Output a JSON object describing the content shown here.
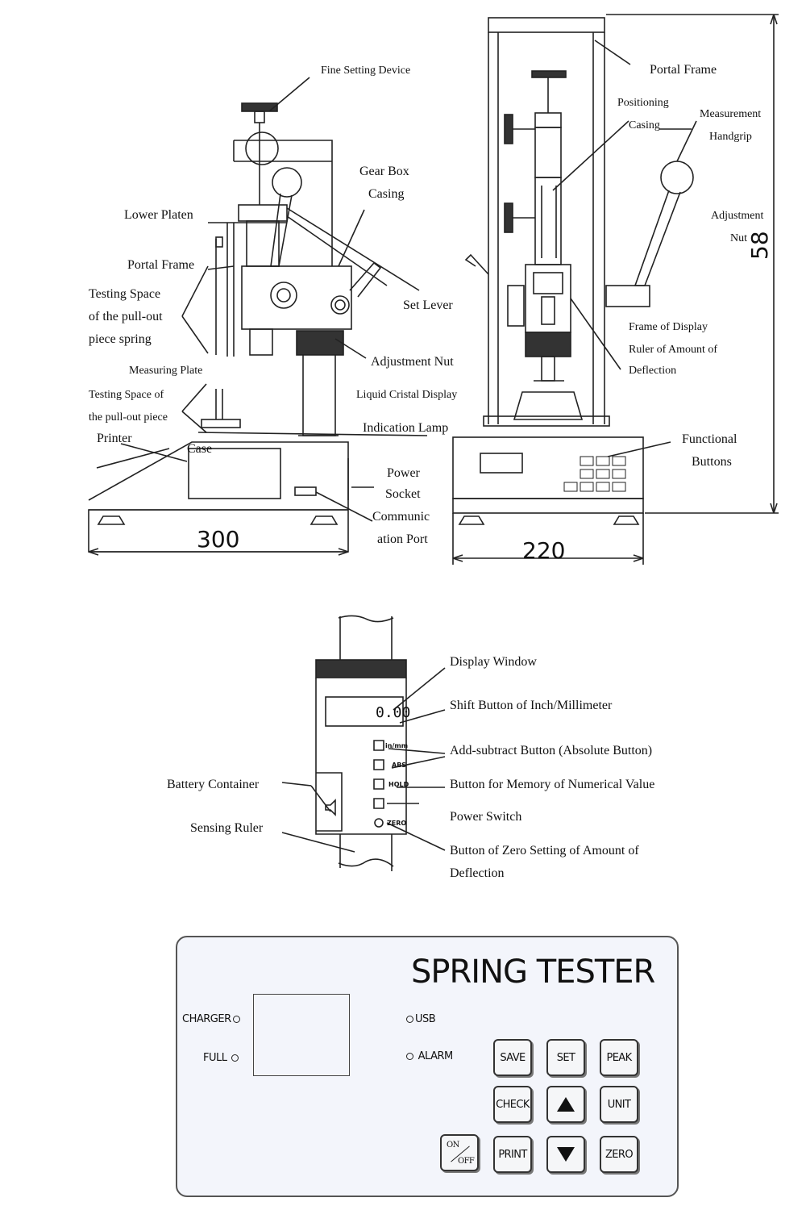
{
  "left_labels": {
    "fine_setting": "Fine Setting Device",
    "gear_box_1": "Gear Box",
    "gear_box_2": "Casing",
    "lower_platen": "Lower Platen",
    "portal_frame": "Portal Frame",
    "testing_space_1a": "Testing  Space",
    "testing_space_1b": "of  the  pull-out",
    "testing_space_1c": "piece spring",
    "set_lever": "Set Lever",
    "adjustment_nut": "Adjustment Nut",
    "measuring_plate": "Measuring Plate",
    "lcd": "Liquid Cristal Display",
    "testing_space_2a": "Testing  Space  of",
    "testing_space_2b": "the  pull-out  piece",
    "printer": "Printer",
    "case": "Case",
    "indication_lamp": "Indication Lamp",
    "power_socket_1": "Power",
    "power_socket_2": "Socket",
    "comm_port_1": "Communic",
    "comm_port_2": "ation Port",
    "dim_300": "300"
  },
  "right_labels": {
    "portal_frame": "Portal Frame",
    "positioning_1": "Positioning",
    "positioning_2": "Casing",
    "measurement_1": "Measurement",
    "measurement_2": "Handgrip",
    "adjustment_1": "Adjustment",
    "adjustment_2": "Nut",
    "frame_1": "Frame    of    Display",
    "frame_2": "Ruler   of  Amount   of",
    "frame_3": "Deflection",
    "functional_1": "Functional",
    "functional_2": "Buttons",
    "dim_220": "220",
    "dim_58": "58"
  },
  "ruler_labels": {
    "display_window": "Display Window",
    "shift_button": "Shift Button of Inch/Millimeter",
    "add_subtract": "Add-subtract Button (Absolute Button)",
    "memory": "Button for Memory of Numerical Value",
    "power_switch": "Power Switch",
    "zero_1": "Button  of  Zero  Setting  of  Amount  of",
    "zero_2": "Deflection",
    "battery": "Battery Container",
    "sensing": "Sensing Ruler",
    "lcd_value": "0.00",
    "btn_inmm": "in/mm",
    "btn_abs": "ABS",
    "btn_hold": "HOLD",
    "btn_zero": "ZERO"
  },
  "panel": {
    "title": "SPRING TESTER",
    "charger": "CHARGER",
    "full": "FULL",
    "usb": "USB",
    "alarm": "ALARM",
    "buttons": {
      "save": "SAVE",
      "set": "SET",
      "peak": "PEAK",
      "check": "CHECK",
      "unit": "UNIT",
      "on": "ON",
      "off": "OFF",
      "print": "PRINT",
      "zero": "ZERO"
    }
  }
}
